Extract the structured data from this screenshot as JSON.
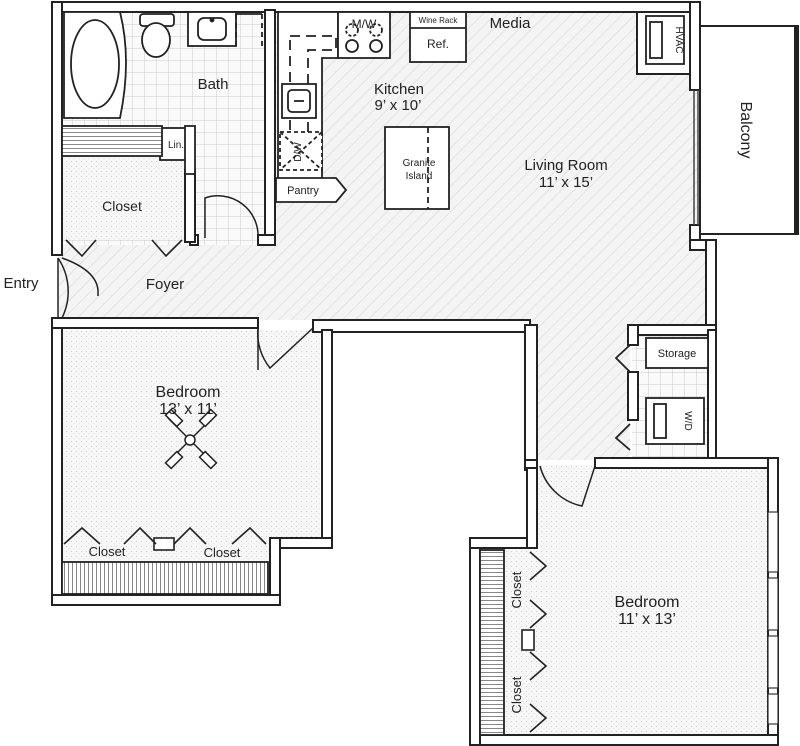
{
  "plan": {
    "rooms": {
      "bath": "Bath",
      "kitchen": "Kitchen",
      "kitchen_size": "9’ x 10’",
      "media": "Media",
      "living": "Living Room",
      "living_size": "11’ x 15’",
      "balcony": "Balcony",
      "foyer": "Foyer",
      "entry": "Entry",
      "closet_foyer": "Closet",
      "bedroom1": "Bedroom",
      "bedroom1_size": "13’ x 11’",
      "closet_b1_left": "Closet",
      "closet_b1_right": "Closet",
      "bedroom2": "Bedroom",
      "bedroom2_size": "11’ x 13’",
      "closet_b2_top": "Closet",
      "closet_b2_bottom": "Closet",
      "storage": "Storage"
    },
    "fixtures": {
      "linen": "Lin.",
      "microwave": "M/W",
      "wine_rack": "Wine Rack",
      "fridge": "Ref.",
      "hvac": "HVAC",
      "dishwasher": "D/W",
      "pantry": "Pantry",
      "island_line1": "Granite",
      "island_line2": "Island",
      "washer_dryer": "W/D"
    }
  }
}
